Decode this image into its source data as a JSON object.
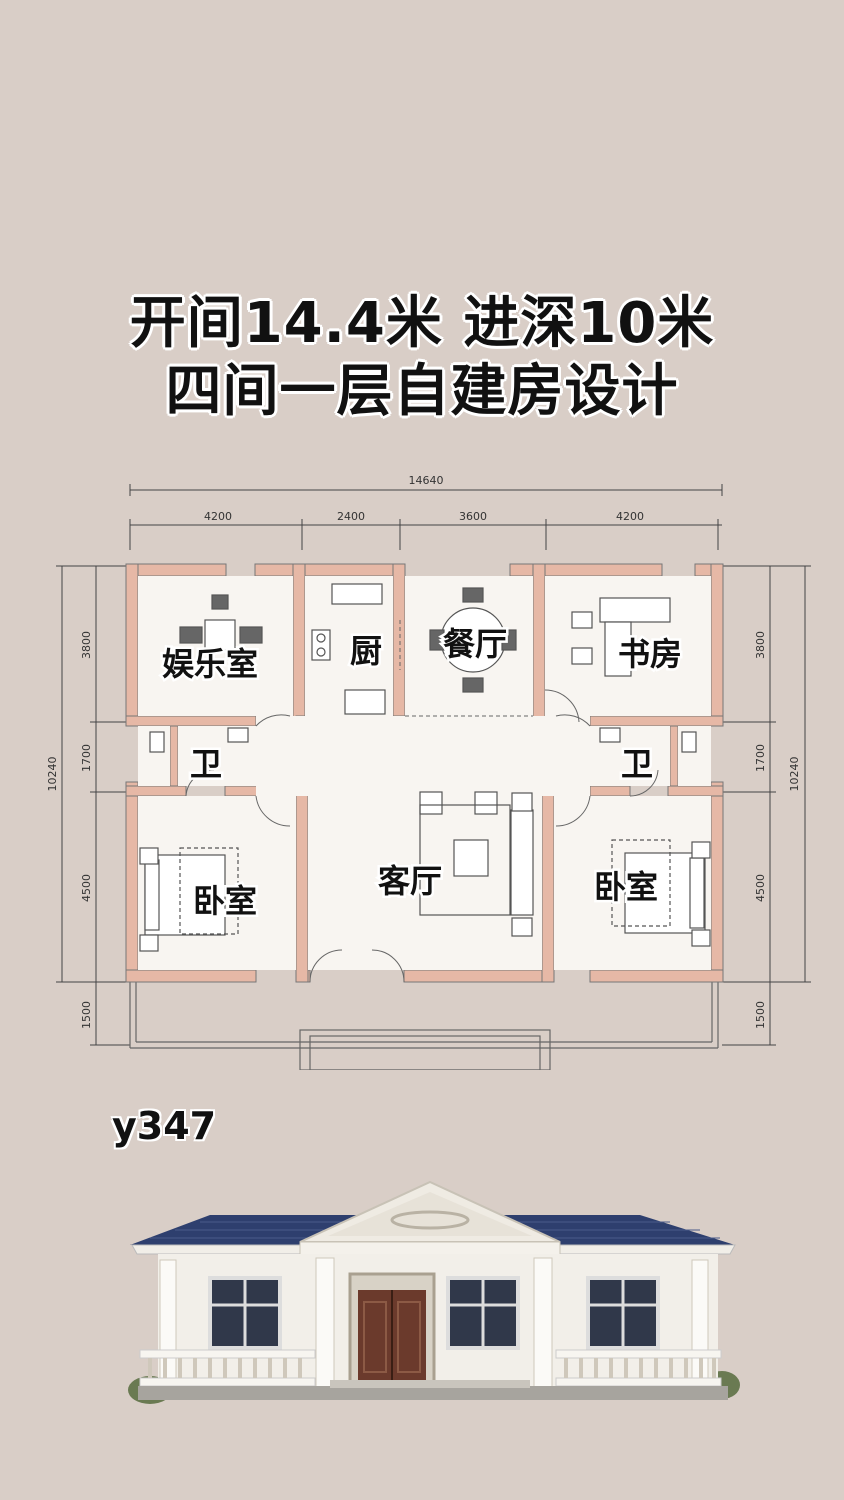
{
  "title": {
    "line1": "开间14.4米 进深10米",
    "line2": "四间一层自建房设计"
  },
  "dimensions": {
    "total_width": "14640",
    "top_segments": [
      "4200",
      "2400",
      "3600",
      "4200"
    ],
    "total_depth": "10240",
    "side_segments": [
      "3800",
      "1700",
      "4500",
      "1500"
    ]
  },
  "rooms": {
    "entertainment": "娱乐室",
    "kitchen": "厨",
    "dining": "餐厅",
    "study": "书房",
    "bath_left": "卫",
    "bath_right": "卫",
    "bedroom_left": "卧室",
    "living": "客厅",
    "bedroom_right": "卧室"
  },
  "design_code": "y347"
}
